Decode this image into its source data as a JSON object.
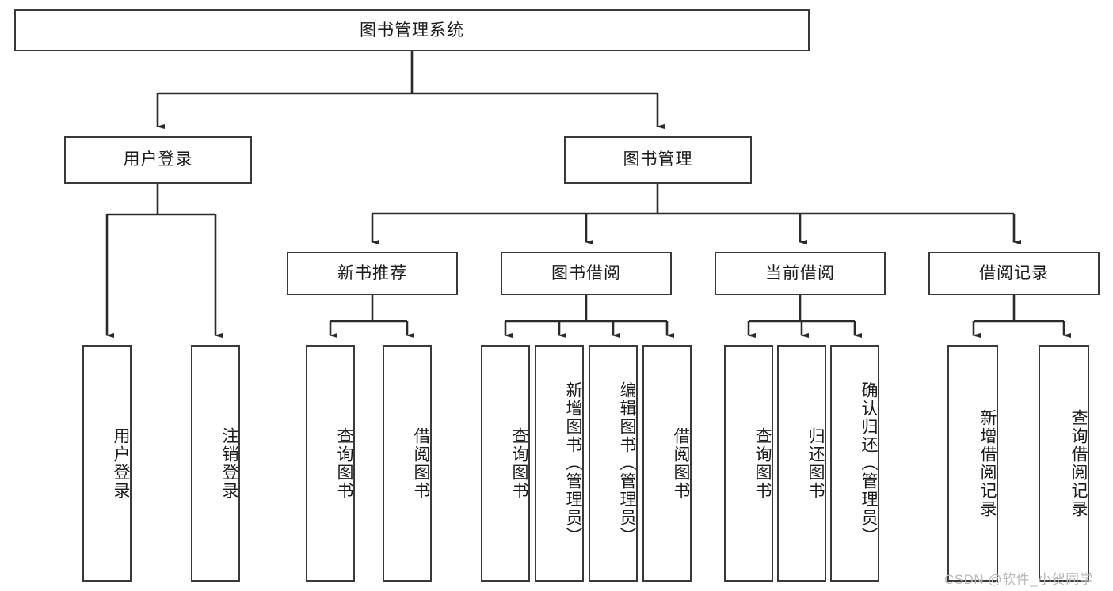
{
  "diagram": {
    "title": "图书管理系统",
    "type": "tree-hierarchy-diagram",
    "root": {
      "label": "图书管理系统"
    },
    "level1": [
      {
        "label": "用户登录"
      },
      {
        "label": "图书管理"
      }
    ],
    "level2": [
      {
        "label": "新书推荐"
      },
      {
        "label": "图书借阅"
      },
      {
        "label": "当前借阅"
      },
      {
        "label": "借阅记录"
      }
    ],
    "leaves": {
      "user_login": [
        {
          "label": "用户登录"
        },
        {
          "label": "注销登录"
        }
      ],
      "new_book_recommend": [
        {
          "label": "查询图书"
        },
        {
          "label": "借阅图书"
        }
      ],
      "book_borrow": [
        {
          "label": "查询图书"
        },
        {
          "label": "新增图书（管理员）"
        },
        {
          "label": "编辑图书（管理员）"
        },
        {
          "label": "借阅图书"
        }
      ],
      "current_borrow": [
        {
          "label": "查询图书"
        },
        {
          "label": "归还图书"
        },
        {
          "label": "确认归还（管理员）"
        }
      ],
      "borrow_record": [
        {
          "label": "新增借阅记录"
        },
        {
          "label": "查询借阅记录"
        }
      ]
    }
  },
  "watermark": {
    "text": "CSDN @软件_小贺同学"
  },
  "colors": {
    "stroke": "#3a3a3a",
    "fill": "#ffffff",
    "text": "#1b1b1b",
    "watermark": "#b9b9b9"
  }
}
